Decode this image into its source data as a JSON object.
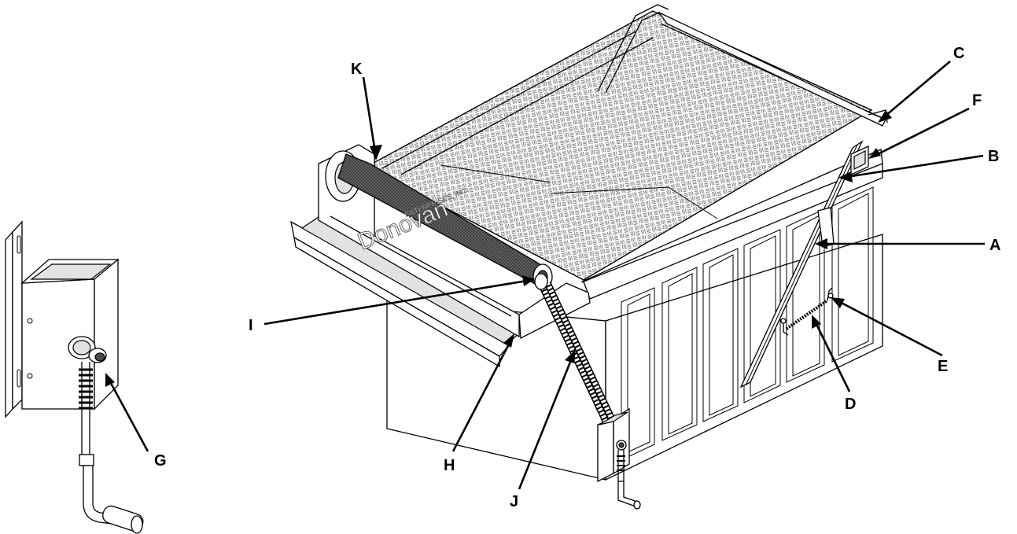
{
  "brand": {
    "name": "Donovan",
    "sub": "ENTERPRISES, INC."
  },
  "callouts": {
    "A": "A",
    "B": "B",
    "C": "C",
    "D": "D",
    "E": "E",
    "F": "F",
    "G": "G",
    "H": "H",
    "I": "I",
    "J": "J",
    "K": "K"
  },
  "colors": {
    "line": "#000000",
    "belt": "#4a4a4a",
    "shade": "#e2e2e2"
  }
}
